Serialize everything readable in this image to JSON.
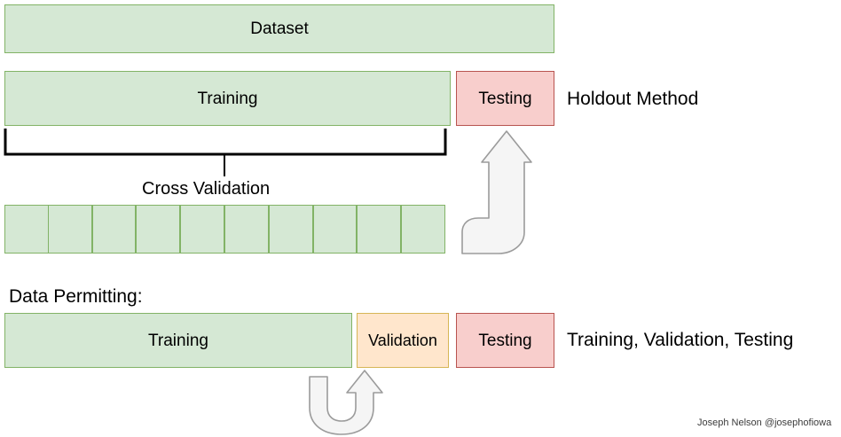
{
  "diagram": {
    "title_note": "Dataset splitting strategies diagram",
    "colors": {
      "green_fill": "#d5e8d4",
      "green_border": "#82b366",
      "red_fill": "#f8cecc",
      "red_border": "#b85450",
      "yellow_fill": "#ffe6cc",
      "yellow_border": "#d6b656",
      "arrow_fill": "#f5f5f5",
      "arrow_border": "#9b9b9b",
      "bracket": "#000000",
      "text": "#000000"
    }
  },
  "row_dataset": {
    "label": "Dataset"
  },
  "row_holdout": {
    "training_label": "Training",
    "testing_label": "Testing",
    "method_label": "Holdout Method"
  },
  "cross_validation": {
    "label": "Cross Validation",
    "fold_count": 10,
    "folds": [
      "",
      "",
      "",
      "",
      "",
      "",
      "",
      "",
      "",
      ""
    ]
  },
  "row_data_permitting": {
    "heading": "Data Permitting:",
    "training_label": "Training",
    "validation_label": "Validation",
    "testing_label": "Testing",
    "method_label": "Training, Validation, Testing"
  },
  "footer": {
    "credit": "Joseph Nelson @josephofiowa"
  }
}
